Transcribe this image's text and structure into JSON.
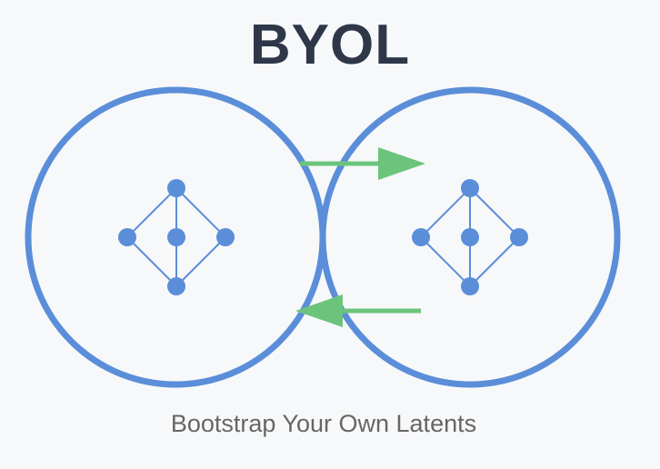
{
  "title": "BYOL",
  "subtitle": "Bootstrap Your Own Latents",
  "colors": {
    "title": "#2d3748",
    "subtitle": "#666666",
    "circle_stroke": "#5b8ed9",
    "node": "#5b8ed9",
    "arrow": "#6cc47c",
    "background": "#f7f8fa"
  },
  "networks": [
    {
      "role": "left network",
      "icon": "neural-network-icon"
    },
    {
      "role": "right network",
      "icon": "neural-network-icon"
    }
  ],
  "arrows": [
    {
      "direction": "right"
    },
    {
      "direction": "left"
    }
  ]
}
